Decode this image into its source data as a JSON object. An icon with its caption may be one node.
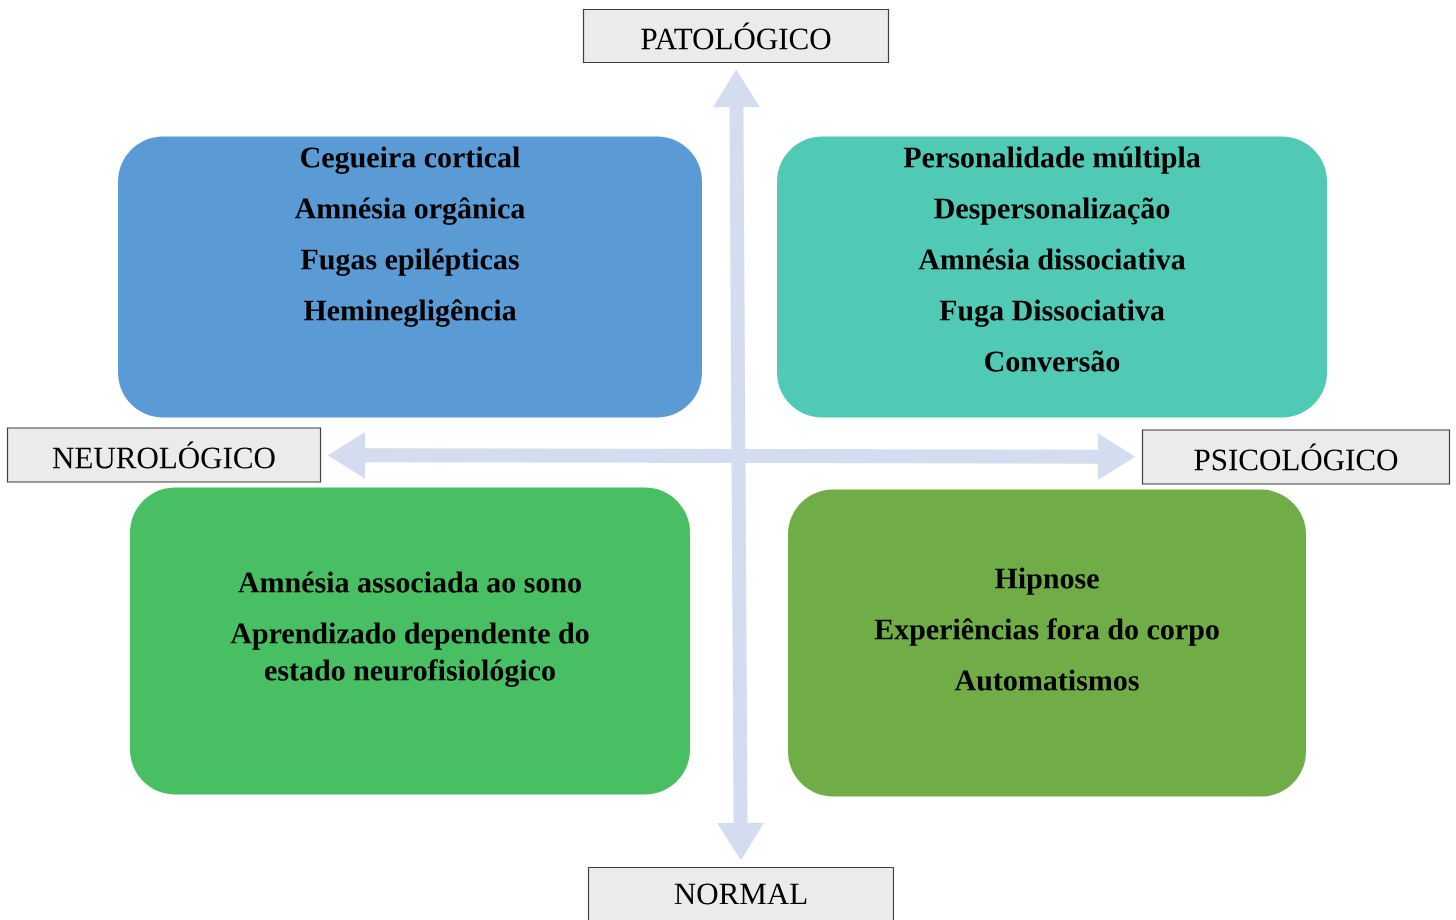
{
  "diagram": {
    "nodes": [
      {
        "text": [
          "PATOLÓGICO"
        ]
      },
      {
        "text": [
          "Cegueira cortical",
          "Amnésia orgânica",
          "Fugas epilépticas",
          "Heminegligência"
        ]
      },
      {
        "text": [
          "Personalidade múltipla",
          "Despersonalização",
          "Amnésia dissociativa",
          "Fuga Dissociativa",
          "Conversão"
        ]
      },
      {
        "text": [
          "NEUROLÓGICO"
        ]
      },
      {
        "text": [
          "PSICOLÓGICO"
        ]
      },
      {
        "text": [
          "Amnésia associada ao sono",
          "Aprendizado dependente do estado neurofisiológico"
        ]
      },
      {
        "text": [
          "Hipnose",
          "Experiências fora do corpo",
          "Automatismos"
        ]
      },
      {
        "text": [
          "NORMAL"
        ]
      }
    ],
    "edges": [
      {
        "from": 0,
        "to": 7,
        "arrow": "both"
      },
      {
        "from": 3,
        "to": 4,
        "arrow": "both"
      }
    ]
  }
}
